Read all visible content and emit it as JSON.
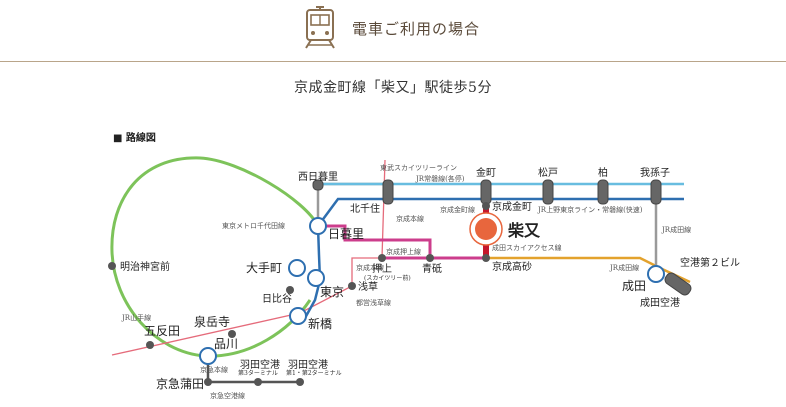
{
  "header": {
    "title": "電車ご利用の場合"
  },
  "subtitle": "京成金町線「柴又」駅徒歩5分",
  "legend": "■ 路線図",
  "colors": {
    "brown": "#8a7052",
    "gold": "#b9a58a",
    "green": "#7dc35a",
    "blue": "#2e6fb0",
    "lightblue": "#68bde0",
    "magenta": "#cc3d8c",
    "pink": "#e56b7b",
    "orange": "#e3a22d",
    "gray": "#9a9a9a",
    "red": "#c4172c",
    "shibamata": "#e8663d"
  },
  "stations": {
    "nishinippori": "西日暮里",
    "kitasenju": "北千住",
    "kanamachi": "金町",
    "matsudo": "松戸",
    "kashiwa": "柏",
    "abiko": "我孫子",
    "keisei_kanamachi": "京成金町",
    "shibamata": "柴又",
    "keisei_takasago": "京成高砂",
    "nippori": "日暮里",
    "oshiage": "押上",
    "oshiage_sub": "(スカイツリー前)",
    "aoto": "青砥",
    "asakusa": "浅草",
    "otemachi": "大手町",
    "tokyo": "東京",
    "hibiya": "日比谷",
    "shimbashi": "新橋",
    "meijijingumae": "明治神宮前",
    "gotanda": "五反田",
    "sengakuji": "泉岳寺",
    "shinagawa": "品川",
    "haneda_t3": "羽田空港",
    "haneda_t3_sub": "第3ターミナル",
    "haneda_t12": "羽田空港",
    "haneda_t12_sub": "第1・第2ターミナル",
    "keikyu_kamata": "京急蒲田",
    "narita": "成田",
    "narita_airport": "成田空港",
    "airport2": "空港第２ビル"
  },
  "lines": {
    "tobu_skytree": "東武スカイツリーライン",
    "jr_joban_local": "JR常磐線(各停)",
    "keisei_kanamachi": "京成金町線",
    "jr_ueno_tokyo": "JR上野東京ライン・常磐線(快速)",
    "keisei_main_1": "京成本線",
    "keisei_oshiage": "京成押上線",
    "narita_access": "成田スカイアクセス線",
    "tokyo_metro_chiyoda": "東京メトロ千代田線",
    "jr_narita": "JR成田線",
    "jr_narita_2": "JR成田線",
    "keisei_main_2": "京成本線",
    "toei_asakusa": "都営浅草線",
    "jr_yamanote": "JR山手線",
    "keikyu_main": "京急本線",
    "keikyu_airport": "京急空港線"
  }
}
